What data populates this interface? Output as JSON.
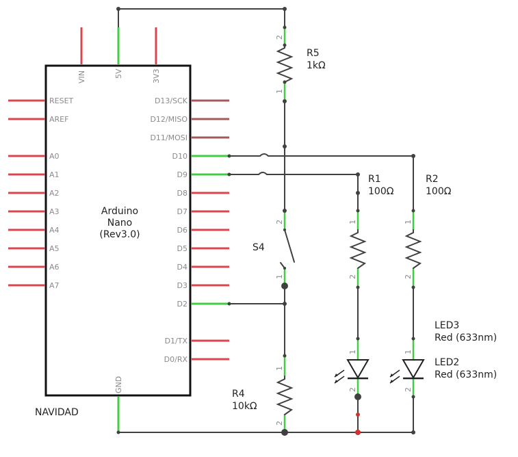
{
  "board": {
    "name_line1": "Arduino",
    "name_line2": "Nano",
    "name_line3": "(Rev3.0)",
    "top_pins": [
      "VIN",
      "5V",
      "3V3"
    ],
    "left_pins": [
      "RESET",
      "AREF",
      "A0",
      "A1",
      "A2",
      "A3",
      "A4",
      "A5",
      "A6",
      "A7"
    ],
    "right_pins": [
      "D13/SCK",
      "D12/MISO",
      "D11/MOSI",
      "D10",
      "D9",
      "D8",
      "D7",
      "D6",
      "D5",
      "D4",
      "D3",
      "D2",
      "D1/TX",
      "D0/RX"
    ],
    "bottom_pin": "GND"
  },
  "components": {
    "r5": {
      "name": "R5",
      "value": "1kΩ"
    },
    "r1": {
      "name": "R1",
      "value": "100Ω"
    },
    "r2": {
      "name": "R2",
      "value": "100Ω"
    },
    "r4": {
      "name": "R4",
      "value": "10kΩ"
    },
    "s4": {
      "name": "S4"
    },
    "led3": {
      "name": "LED3",
      "value": "Red (633nm)"
    },
    "led2": {
      "name": "LED2",
      "value": "Red (633nm)"
    }
  },
  "pin_numbers": {
    "one": "1",
    "two": "2"
  },
  "footer_label": "NAVIDAD",
  "colors": {
    "wire": "#404040",
    "connected_pin": "#44cc44",
    "unconnected_pin": "#d9464d",
    "bus_pin": "#a45a5a"
  }
}
